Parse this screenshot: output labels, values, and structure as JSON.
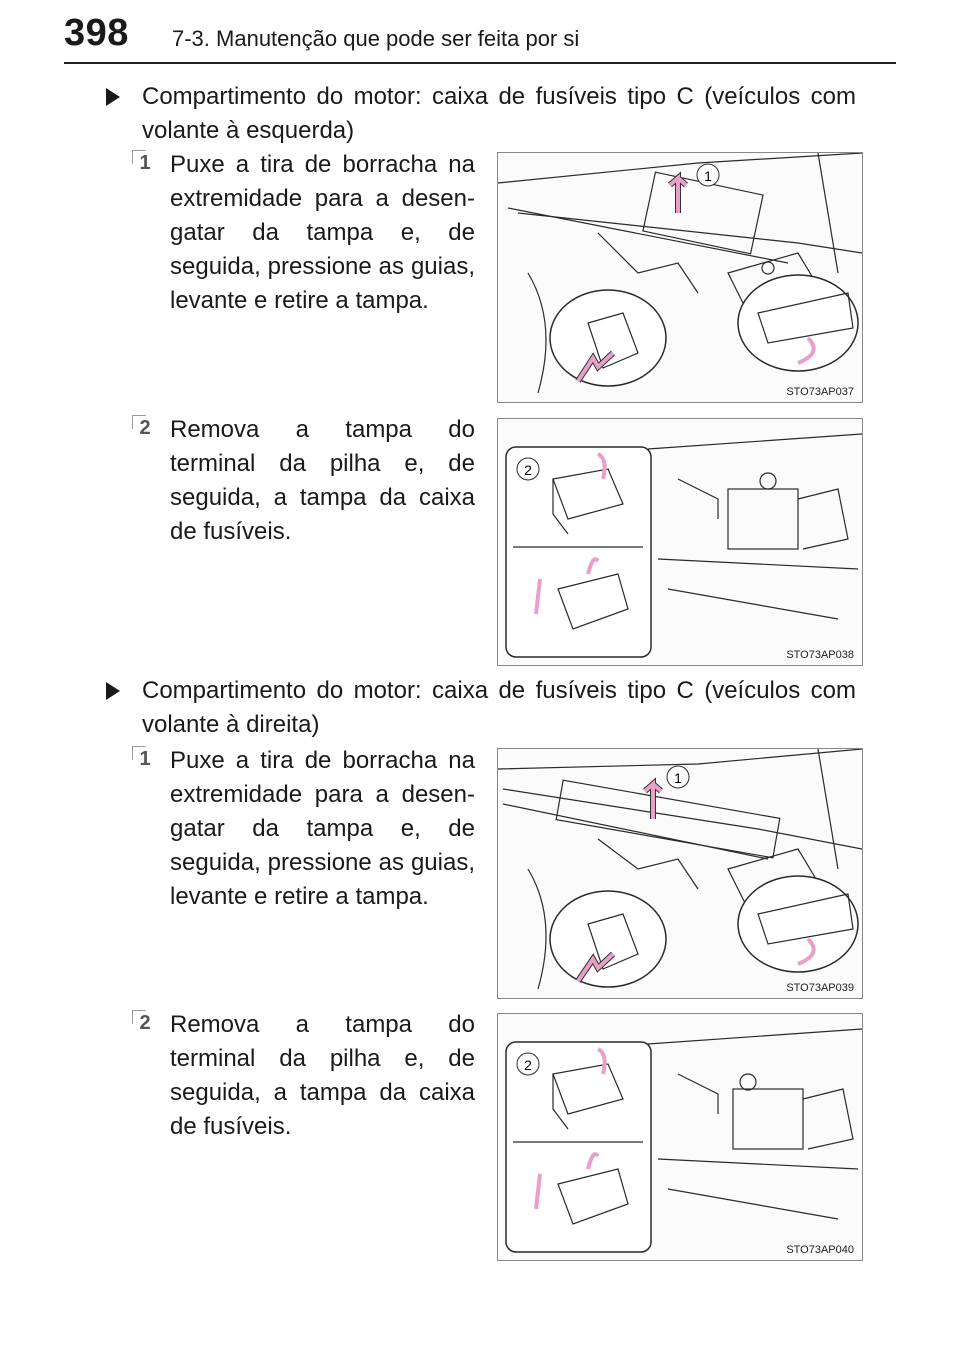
{
  "header": {
    "page_number": "398",
    "chapter": "7-3. Manutenção que pode ser feita por si"
  },
  "sections": [
    {
      "heading": "Compartimento do motor: caixa de fusíveis tipo C (veículos com volante à esquerda)",
      "steps": [
        {
          "number": "1",
          "text": "Puxe a tira de borracha na extremidade para a desen-gatar da tampa e, de seguida, pressione as guias, levante e retire a tampa.",
          "figure_code": "STO73AP037",
          "callout": "1"
        },
        {
          "number": "2",
          "text": "Remova a tampa do terminal da pilha e, de seguida, a tampa da caixa de fusíveis.",
          "figure_code": "STO73AP038",
          "callout": "2"
        }
      ]
    },
    {
      "heading": "Compartimento do motor: caixa de fusíveis tipo C (veículos com volante à direita)",
      "steps": [
        {
          "number": "1",
          "text": "Puxe a tira de borracha na extremidade para a desen-gatar da tampa e, de seguida, pressione as guias, levante e retire a tampa.",
          "figure_code": "STO73AP039",
          "callout": "1"
        },
        {
          "number": "2",
          "text": "Remova a tampa do terminal da pilha e, de seguida, a tampa da caixa de fusíveis.",
          "figure_code": "STO73AP040",
          "callout": "2"
        }
      ]
    }
  ],
  "colors": {
    "arrow": "#e8a0c8",
    "arrow_stroke": "#333333",
    "line_art": "#2a2a2a"
  }
}
